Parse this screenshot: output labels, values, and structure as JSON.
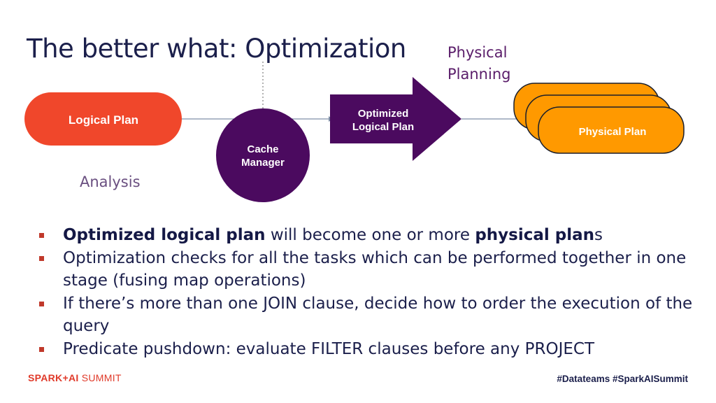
{
  "slide": {
    "title": "The better what: Optimization",
    "physical_planning": [
      "Physical",
      "Planning"
    ],
    "analysis_label": "Analysis"
  },
  "diagram": {
    "logical_plan": "Logical Plan",
    "cache_manager": [
      "Cache",
      "Manager"
    ],
    "optimized_logical_plan": [
      "Optimized",
      "Logical Plan"
    ],
    "physical_plan": "Physical Plan",
    "colors": {
      "logical_plan": "#f0472b",
      "cache_manager": "#4b0a5f",
      "optimized": "#4b0a5f",
      "physical_plan": "#ff9900",
      "connector": "#7f8fa6"
    }
  },
  "bullets": [
    {
      "bold1": "Optimized logical plan",
      "text1": " will become one or more ",
      "bold2": "physical plan",
      "text2": "s"
    },
    {
      "text": "Optimization checks for all the tasks which can be performed together in one stage (fusing map operations)"
    },
    {
      "text": "If there’s more than one JOIN clause, decide how to order the execution of the query"
    },
    {
      "text": "Predicate pushdown: evaluate FILTER clauses before any PROJECT"
    }
  ],
  "footer": {
    "logo_strong": "SPARK+AI",
    "logo_light": " SUMMIT",
    "hashtags": "#Datateams  #SparkAISummit"
  }
}
